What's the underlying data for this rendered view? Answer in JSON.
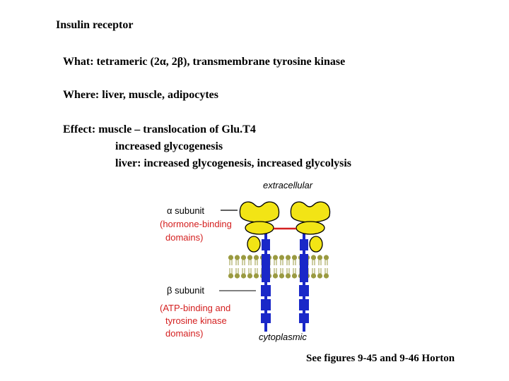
{
  "slide": {
    "title": "Insulin receptor",
    "what": "What:  tetrameric (2α, 2β), transmembrane tyrosine kinase",
    "where": "Where: liver,  muscle,  adipocytes",
    "effect_line1": "Effect:  muscle – translocation of Glu.T4",
    "effect_line2": "increased glycogenesis",
    "effect_line3": "liver:  increased glycogenesis,  increased glycolysis",
    "footer": "See figures 9-45 and 9-46 Horton"
  },
  "diagram": {
    "label_extracellular": "extracellular",
    "label_alpha": "α subunit",
    "label_alpha_note1": "(hormone-binding",
    "label_alpha_note2": "domains)",
    "label_beta": "β subunit",
    "label_beta_note1": "(ATP-binding and",
    "label_beta_note2": "tyrosine kinase",
    "label_beta_note3": "domains)",
    "label_cytoplasmic": "cytoplasmic",
    "colors": {
      "alpha": "#f2e415",
      "beta": "#1a28c8",
      "membrane": "#9a9a40",
      "disulfide": "#d42020",
      "annotation": "#d42020"
    }
  }
}
